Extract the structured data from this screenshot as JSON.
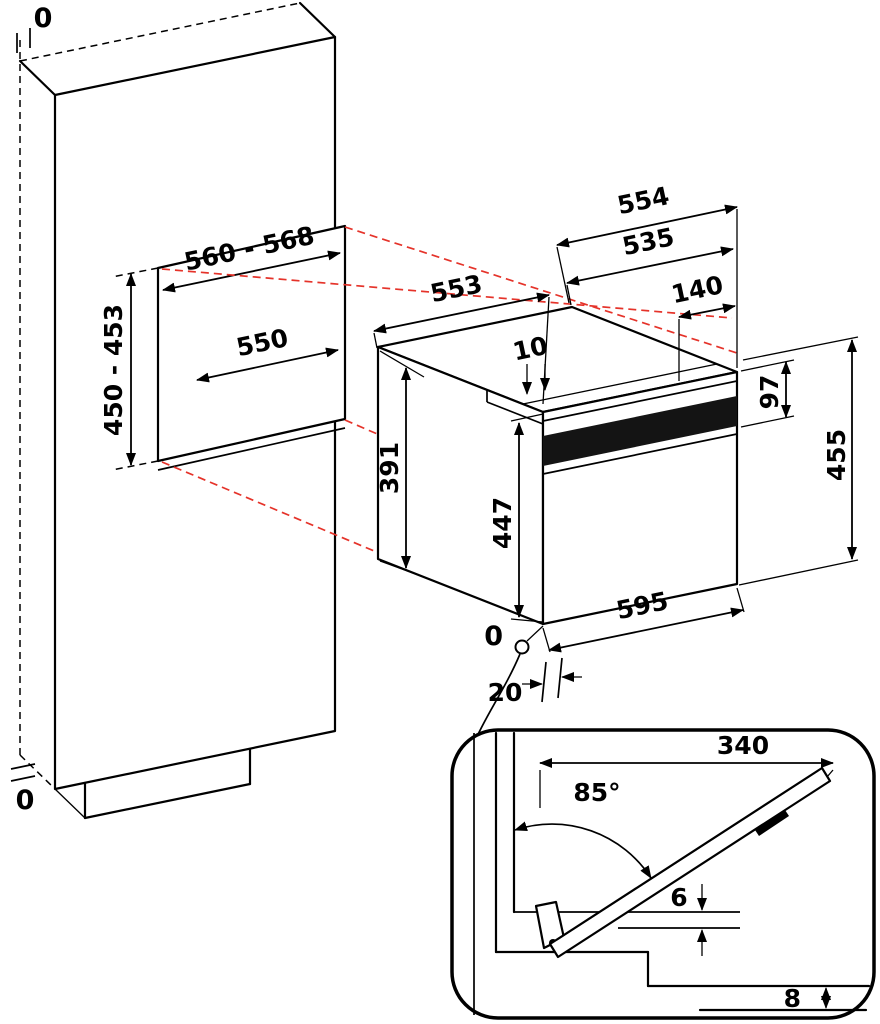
{
  "diagram": {
    "colors": {
      "outline": "#000000",
      "guide_line": "#e5332a",
      "niche_back_wall": "#a8a8a8",
      "niche_floor": "#d8d8d8",
      "niche_side_wall": "#efefef",
      "handle_band": "#141414"
    },
    "cabinet": {
      "top_gap": "0",
      "bottom_gap": "0"
    },
    "niche": {
      "width": "560 - 568",
      "height": "450 - 453",
      "depth": "550"
    },
    "oven": {
      "depth": "553",
      "top_width": "554",
      "top_inner_width": "535",
      "top_offset": "140",
      "top_gap": "10",
      "panel_height": "97",
      "total_height": "455",
      "body_height": "391",
      "front_height": "447",
      "width": "595",
      "floor_ref": "0",
      "front_offset": "20"
    },
    "door_detail": {
      "projection": "340",
      "open_angle": "85°",
      "underside_gap": "6",
      "bottom_gap": "8"
    }
  }
}
